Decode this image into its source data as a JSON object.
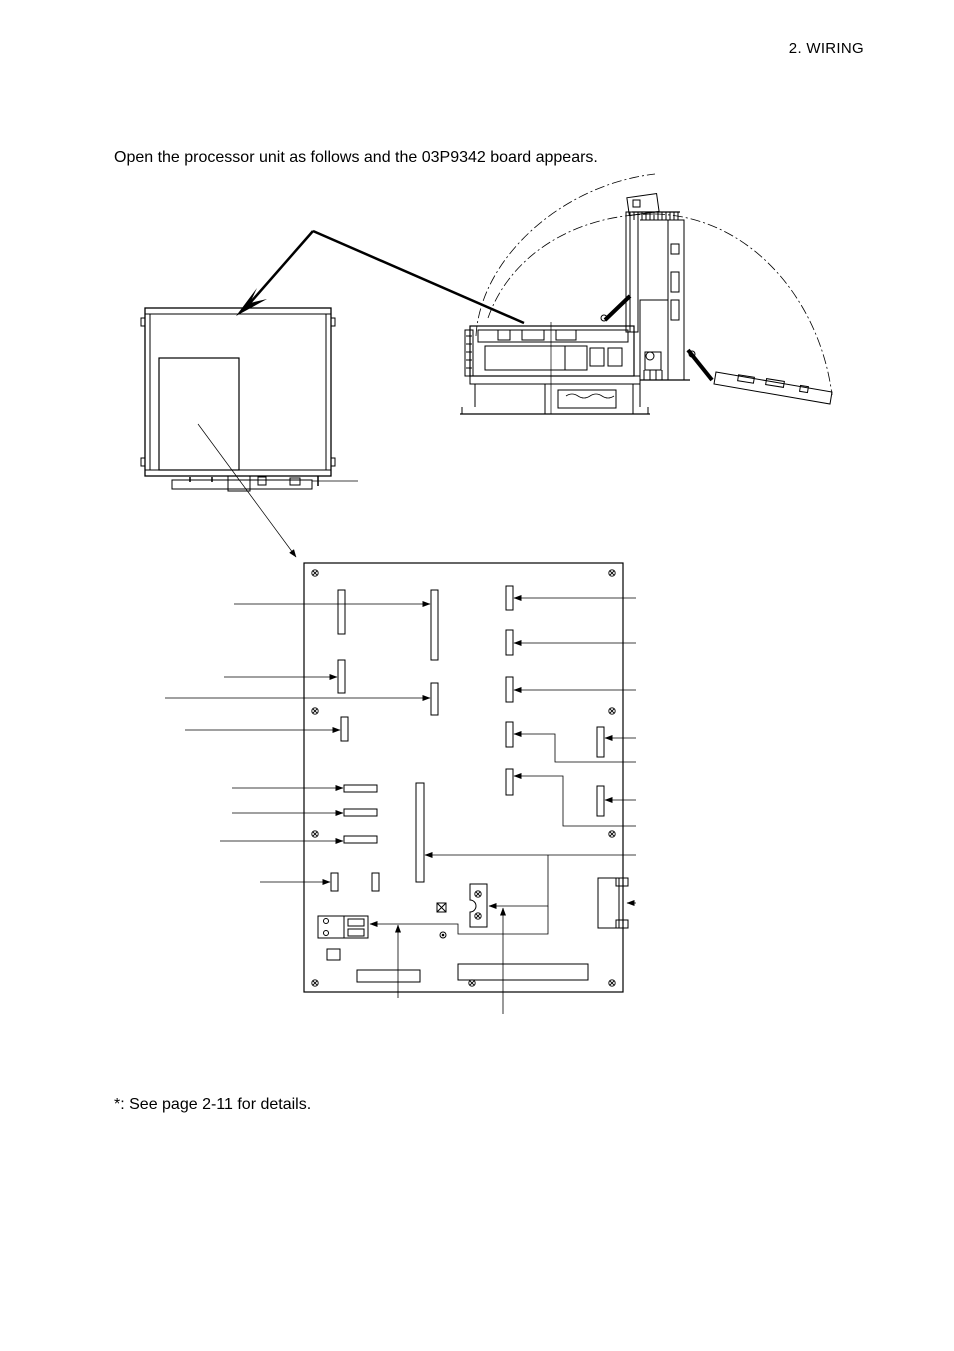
{
  "header": {
    "section": "2.  WIRING"
  },
  "intro": {
    "text": "Open the processor unit as follows and the 03P9342 board appears."
  },
  "footnote": {
    "text": "*: See page 2-11 for details."
  }
}
